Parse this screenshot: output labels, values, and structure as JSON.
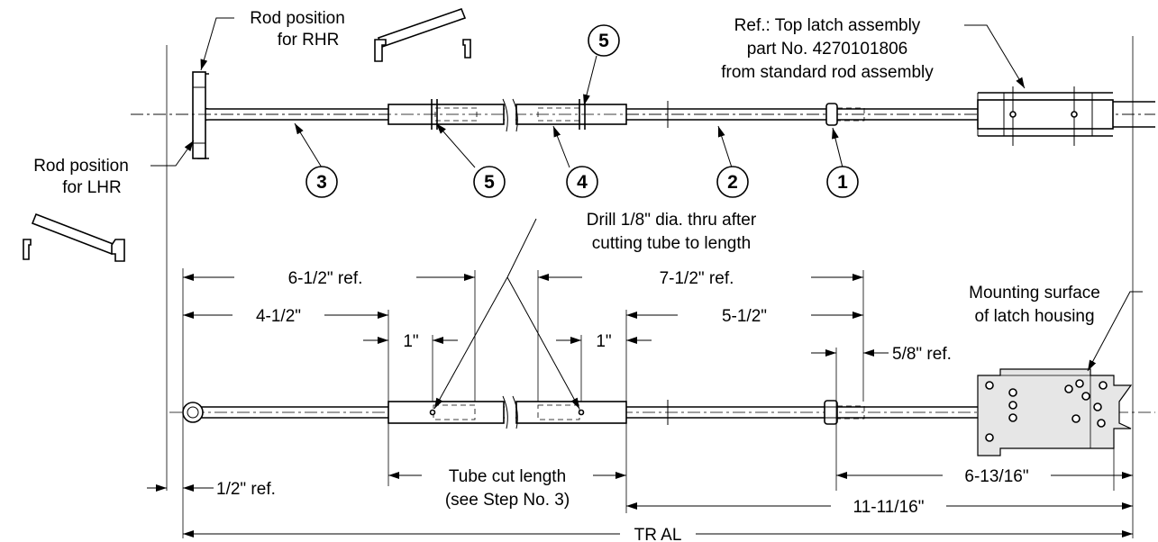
{
  "labels": {
    "rod_rhr_1": "Rod position",
    "rod_rhr_2": "for RHR",
    "rod_lhr_1": "Rod position",
    "rod_lhr_2": "for LHR",
    "ref_latch_1": "Ref.: Top latch assembly",
    "ref_latch_2": "part No. 4270101806",
    "ref_latch_3": "from standard rod assembly",
    "drill_1": "Drill 1/8\" dia. thru after",
    "drill_2": "cutting tube to length",
    "mount_1": "Mounting surface",
    "mount_2": "of latch housing",
    "tube_cut_1": "Tube cut length",
    "tube_cut_2": "(see Step No. 3)"
  },
  "callouts": {
    "c5_top": "5",
    "c3": "3",
    "c5": "5",
    "c4": "4",
    "c2": "2",
    "c1": "1"
  },
  "dimensions": {
    "d_6_1_2": "6-1/2\" ref.",
    "d_7_1_2": "7-1/2\" ref.",
    "d_4_1_2": "4-1/2\"",
    "d_5_1_2": "5-1/2\"",
    "d_1a": "1\"",
    "d_1b": "1\"",
    "d_5_8": "5/8\" ref.",
    "d_1_2": "1/2\" ref.",
    "d_6_13_16": "6-13/16\"",
    "d_11_11_16": "11-11/16\"",
    "d_tral": "TR AL"
  }
}
